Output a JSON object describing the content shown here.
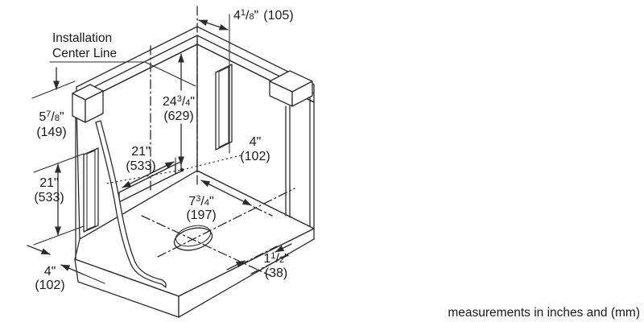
{
  "labels": {
    "center_line": {
      "line1": "Installation",
      "line2": "Center Line"
    },
    "footer": "measurements in inches and (mm)"
  },
  "dims": {
    "top_offset": {
      "pre": "4",
      "num": "1",
      "slash": "/",
      "den": "8",
      "unit": "\"",
      "mm": "(105)"
    },
    "upper_left": {
      "pre": "5",
      "num": "7",
      "slash": "/",
      "den": "8",
      "unit": "\"",
      "mm": "(149)"
    },
    "left_height": {
      "pre": "21",
      "unit": "\"",
      "mm": "(533)"
    },
    "slot_width": {
      "pre": "21",
      "unit": "\"",
      "mm": "(533)"
    },
    "wall_height": {
      "pre": "24",
      "num": "3",
      "slash": "/",
      "den": "4",
      "unit": "\"",
      "mm": "(629)"
    },
    "slot_offset": {
      "pre": "4",
      "unit": "\"",
      "mm": "(102)"
    },
    "floor_offset": {
      "pre": "7",
      "num": "3",
      "slash": "/",
      "den": "4",
      "unit": "\"",
      "mm": "(197)"
    },
    "base_depth": {
      "pre": "4",
      "unit": "\"",
      "mm": "(102)"
    },
    "edge_offset": {
      "pre": "1",
      "num": "1",
      "slash": "/",
      "den": "2",
      "unit": "\"",
      "mm": "(38)"
    }
  },
  "style": {
    "line_color": "#2b2b2b",
    "text_color": "#1a1a1a",
    "background": "#ffffff"
  }
}
